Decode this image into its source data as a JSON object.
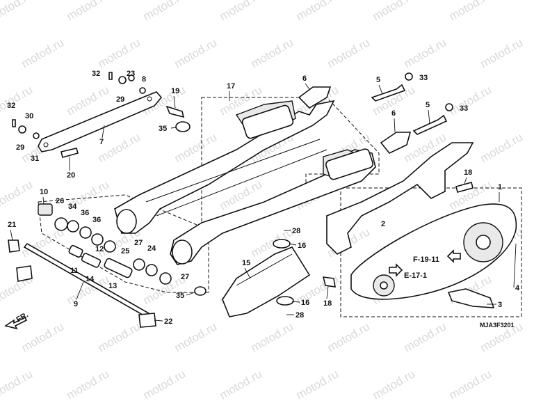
{
  "watermark": "motod.ru",
  "diagram_code": "MJA3F3201",
  "direction_label": "FR.",
  "references": {
    "ref_a": "F-19-11",
    "ref_b": "E-17-1"
  },
  "callouts": [
    {
      "id": "c1",
      "text": "1"
    },
    {
      "id": "c2",
      "text": "2"
    },
    {
      "id": "c3",
      "text": "3"
    },
    {
      "id": "c4",
      "text": "4"
    },
    {
      "id": "c5a",
      "text": "5"
    },
    {
      "id": "c5b",
      "text": "5"
    },
    {
      "id": "c6a",
      "text": "6"
    },
    {
      "id": "c6b",
      "text": "6"
    },
    {
      "id": "c7",
      "text": "7"
    },
    {
      "id": "c8",
      "text": "8"
    },
    {
      "id": "c9",
      "text": "9"
    },
    {
      "id": "c10",
      "text": "10"
    },
    {
      "id": "c11",
      "text": "11"
    },
    {
      "id": "c12",
      "text": "12"
    },
    {
      "id": "c13",
      "text": "13"
    },
    {
      "id": "c14",
      "text": "14"
    },
    {
      "id": "c15",
      "text": "15"
    },
    {
      "id": "c16a",
      "text": "16"
    },
    {
      "id": "c16b",
      "text": "16"
    },
    {
      "id": "c17",
      "text": "17"
    },
    {
      "id": "c18a",
      "text": "18"
    },
    {
      "id": "c18b",
      "text": "18"
    },
    {
      "id": "c19",
      "text": "19"
    },
    {
      "id": "c20",
      "text": "20"
    },
    {
      "id": "c21",
      "text": "21"
    },
    {
      "id": "c22",
      "text": "22"
    },
    {
      "id": "c23",
      "text": "23"
    },
    {
      "id": "c24",
      "text": "24"
    },
    {
      "id": "c25",
      "text": "25"
    },
    {
      "id": "c26",
      "text": "26"
    },
    {
      "id": "c27a",
      "text": "27"
    },
    {
      "id": "c27b",
      "text": "27"
    },
    {
      "id": "c28a",
      "text": "28"
    },
    {
      "id": "c28b",
      "text": "28"
    },
    {
      "id": "c29a",
      "text": "29"
    },
    {
      "id": "c29b",
      "text": "29"
    },
    {
      "id": "c30",
      "text": "30"
    },
    {
      "id": "c31",
      "text": "31"
    },
    {
      "id": "c32a",
      "text": "32"
    },
    {
      "id": "c32b",
      "text": "32"
    },
    {
      "id": "c33a",
      "text": "33"
    },
    {
      "id": "c33b",
      "text": "33"
    },
    {
      "id": "c34",
      "text": "34"
    },
    {
      "id": "c35a",
      "text": "35"
    },
    {
      "id": "c35b",
      "text": "35"
    },
    {
      "id": "c36a",
      "text": "36"
    },
    {
      "id": "c36b",
      "text": "36"
    }
  ]
}
